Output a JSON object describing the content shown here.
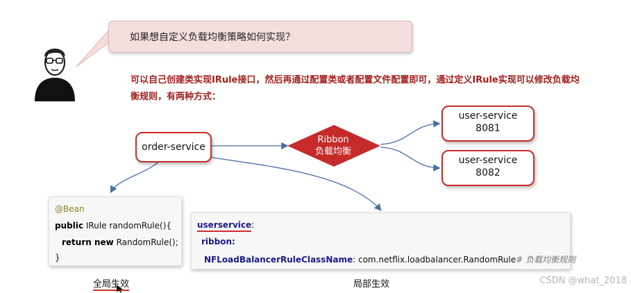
{
  "question": "如果想自定义负载均衡策略如何实现？",
  "answer": "可以自己创建类实现IRule接口，然后再通过配置类或者配置文件配置即可，通过定义IRule实现可以修改负载均衡规则，有两种方式：",
  "nodes": {
    "order_service": "order-service",
    "ribbon_title": "Ribbon",
    "ribbon_subtitle": "负载均衡",
    "user1_name": "user-service",
    "user1_port": "8081",
    "user2_name": "user-service",
    "user2_port": "8082"
  },
  "global_code": {
    "annotation": "@Bean",
    "line2_kw": "public",
    "line2_rest": " IRule randomRule(){",
    "line3_kw1": "return",
    "line3_kw2": " new",
    "line3_rest": " RandomRule();",
    "line4": "}"
  },
  "local_code": {
    "key1": "userservice",
    "colon1": ":",
    "key2": "ribbon:",
    "key3": "NFLoadBalancerRuleClassName",
    "value3": ": com.netflix.loadbalancer.RandomRule",
    "comment3": "# 负载均衡规则"
  },
  "captions": {
    "global": "全局生效",
    "local": "局部生效"
  },
  "watermark": "CSDN @what_2018",
  "colors": {
    "accent_red": "#c62b2b",
    "bubble_bg": "#f6dede",
    "answer_text": "#a31e1e",
    "arrow_blue": "#4a6fa5"
  }
}
